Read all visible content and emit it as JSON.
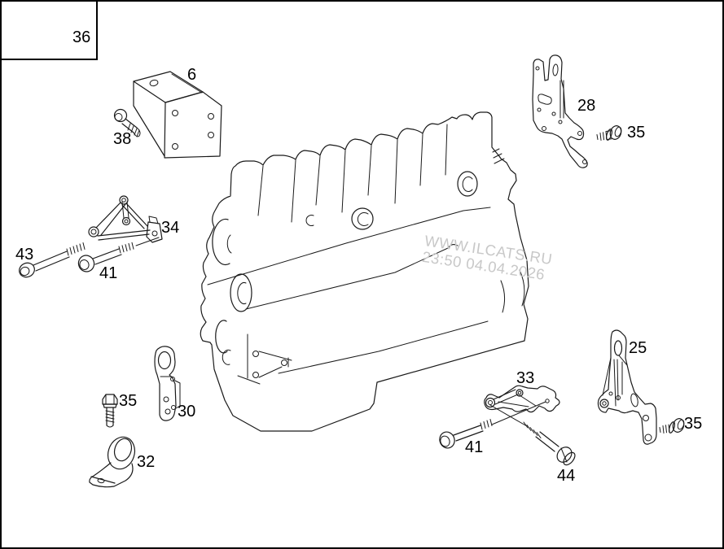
{
  "page": {
    "background": "#ffffff",
    "border_color": "#000000",
    "line_color": "#1a1a1a"
  },
  "watermark": {
    "line1": "WWW.ILCATS.RU",
    "line2": "23:50 04.04.2026",
    "color": "#c8c8c8"
  },
  "callouts": [
    {
      "part": "36",
      "label": "36"
    },
    {
      "part": "6",
      "label": "6"
    },
    {
      "part": "38",
      "label": "38"
    },
    {
      "part": "28",
      "label": "28"
    },
    {
      "part": "35",
      "label": "35"
    },
    {
      "part": "34",
      "label": "34"
    },
    {
      "part": "43",
      "label": "43"
    },
    {
      "part": "41",
      "label": "41"
    },
    {
      "part": "35",
      "label": "35"
    },
    {
      "part": "30",
      "label": "30"
    },
    {
      "part": "32",
      "label": "32"
    },
    {
      "part": "33",
      "label": "33"
    },
    {
      "part": "41",
      "label": "41"
    },
    {
      "part": "44",
      "label": "44"
    },
    {
      "part": "25",
      "label": "25"
    },
    {
      "part": "35",
      "label": "35"
    }
  ]
}
